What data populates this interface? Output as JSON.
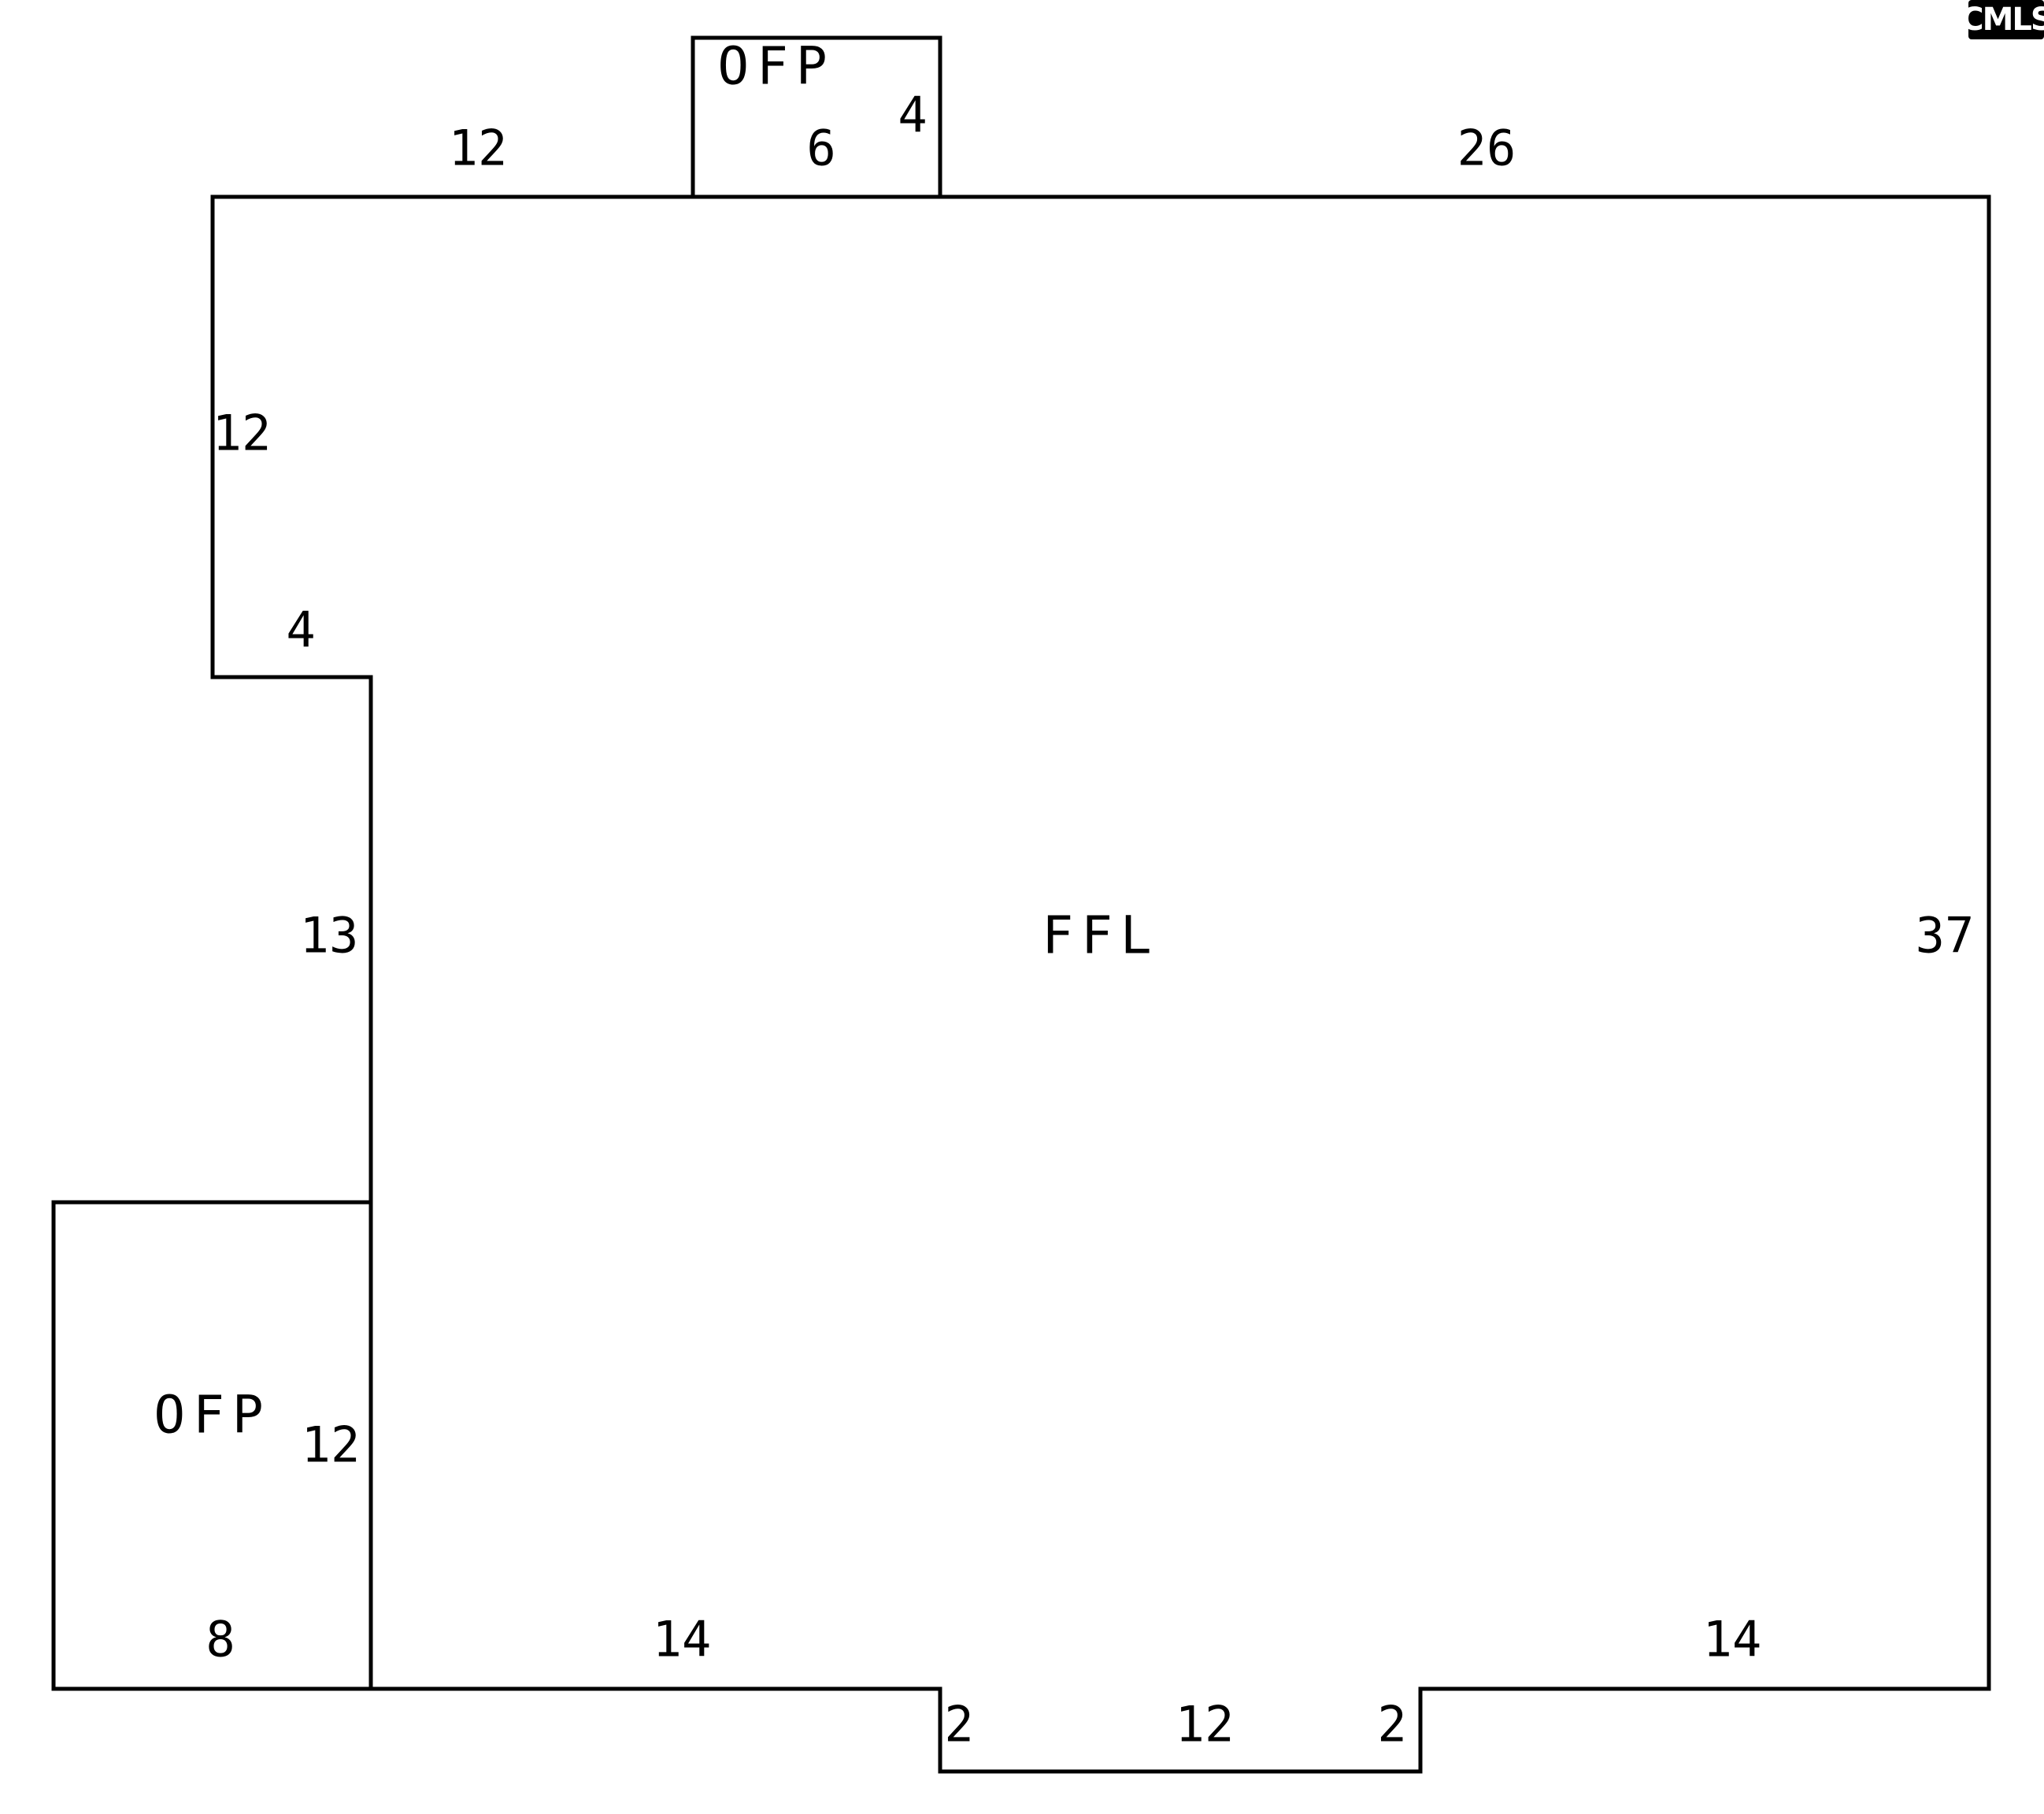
{
  "logo": {
    "text": "CMLS"
  },
  "areas": {
    "main": {
      "label": "FFL"
    },
    "porch_top": {
      "label": "OFP"
    },
    "porch_left": {
      "label": "OFP"
    }
  },
  "dimensions": {
    "top_left_wall": "12",
    "top_porch_width": "6",
    "top_porch_depth": "4",
    "top_right_wall": "26",
    "left_upper_wall": "12",
    "left_step": "4",
    "left_middle_wall": "13",
    "right_wall": "37",
    "left_porch_depth": "12",
    "left_porch_width": "8",
    "bottom_left_wall": "14",
    "bottom_jog_left": "2",
    "bottom_jog_width": "12",
    "bottom_jog_right": "2",
    "bottom_right_wall": "14"
  }
}
